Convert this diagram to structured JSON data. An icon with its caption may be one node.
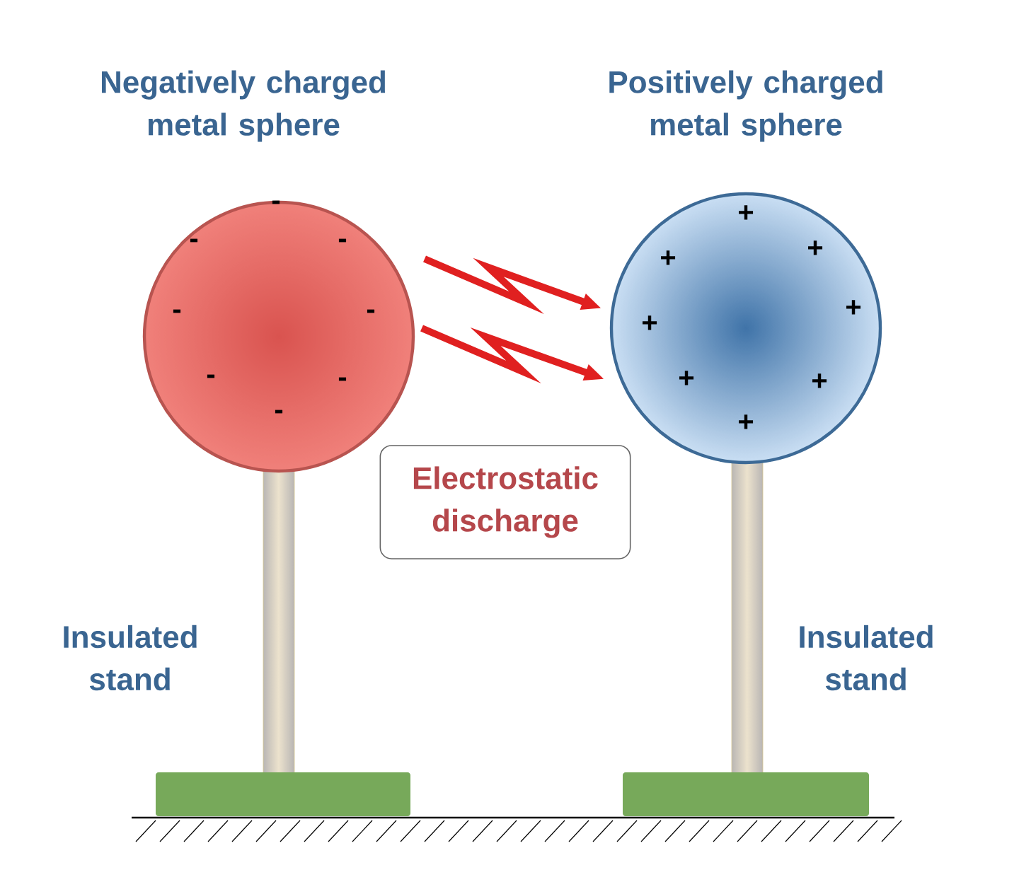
{
  "diagram": {
    "nodes": [
      {
        "text": [
          "Negatively charged metal sphere"
        ]
      },
      {
        "text": [
          "Positively charged metal sphere"
        ]
      },
      {
        "text": [
          "Electrostatic discharge"
        ]
      }
    ],
    "edges": [
      {
        "from": 0,
        "to": 1,
        "arrow": "to"
      },
      {
        "from": 0,
        "to": 1,
        "arrow": "to"
      }
    ],
    "labels": [
      "-",
      "-",
      "-",
      "-",
      "-",
      "-",
      "-",
      "-",
      "+",
      "+",
      "+",
      "+",
      "+",
      "+",
      "+",
      "+",
      "Insulated stand",
      "Insulated stand"
    ]
  }
}
